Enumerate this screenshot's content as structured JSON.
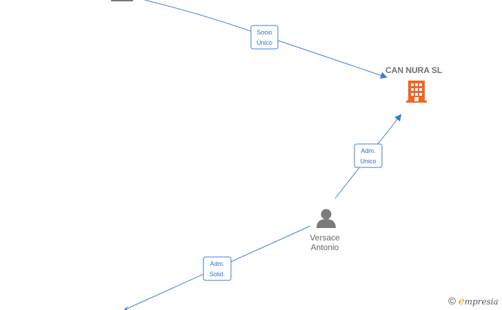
{
  "nodes": {
    "company": {
      "name": "CAN NURA  SL",
      "icon": "building-icon",
      "color": "#f26522"
    },
    "person": {
      "line1": "Versace",
      "line2": "Antonio",
      "icon": "person-icon",
      "color": "#7a7a7a"
    }
  },
  "edges": [
    {
      "line1": "Socio",
      "line2": "Único"
    },
    {
      "line1": "Adm.",
      "line2": "Unico"
    },
    {
      "line1": "Adm.",
      "line2": "Solid."
    }
  ],
  "edge_color": "#3a7bd5",
  "watermark": {
    "copyright": "©",
    "brand_initial": "e",
    "brand_rest": "mpresia"
  }
}
